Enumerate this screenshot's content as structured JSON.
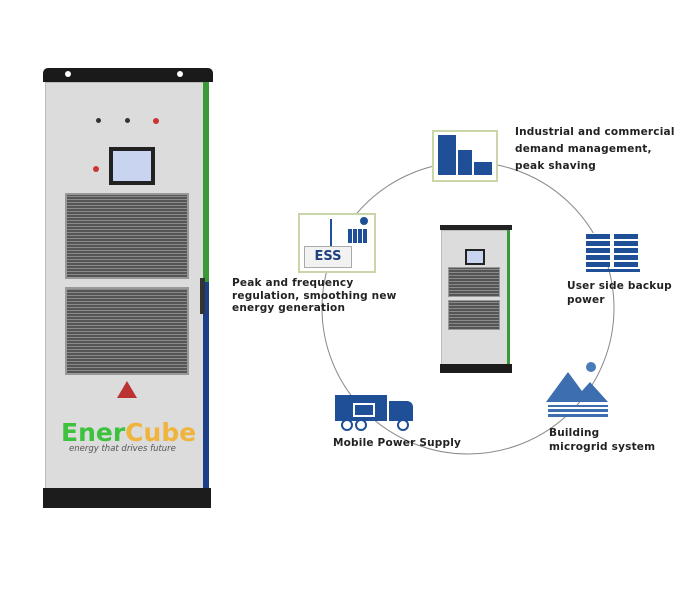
{
  "brand": {
    "logo_part1": "Ener",
    "logo_part2": "Cube",
    "tagline": "energy that drives future"
  },
  "colors": {
    "icon_blue": "#1f4f96",
    "logo_green": "#3cc23c",
    "logo_orange": "#f0b43c",
    "accent_strip_green": "#3a9a3a",
    "accent_strip_blue": "#1d3f8a"
  },
  "applications": [
    {
      "icon": "factory-building-icon",
      "label": "Industrial and commercial demand management, peak shaving"
    },
    {
      "icon": "server-rack-icon",
      "label": "User side backup power"
    },
    {
      "icon": "mountain-water-sun-icon",
      "label": "Building microgrid system"
    },
    {
      "icon": "battery-truck-icon",
      "label": "Mobile Power Supply"
    },
    {
      "icon": "ess-wind-solar-icon",
      "label": "Peak and frequency  regulation, smoothing new energy generation",
      "badge": "ESS"
    }
  ]
}
